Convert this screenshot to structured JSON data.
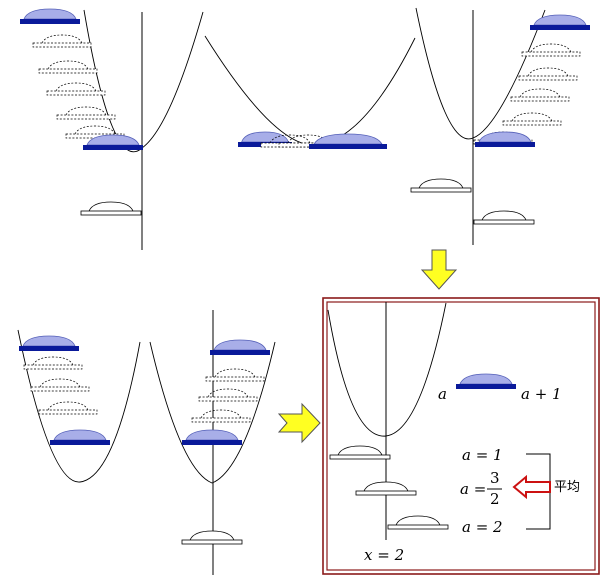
{
  "diagram": {
    "labels": {
      "a": "a",
      "a_plus_1": "a + 1",
      "a_eq_1": "a = 1",
      "a_eq_prefix": "a =",
      "frac_num": "3",
      "frac_den": "2",
      "a_eq_2": "a = 2",
      "x_eq_2": "x = 2",
      "average": "平均"
    },
    "colors": {
      "bar_blue": "#0a1a9a",
      "dome_fill": "#a8aee8",
      "arrow_yellow": "#ffff22",
      "arrow_red": "#cc1111",
      "frame_red": "#8b1a1a"
    },
    "icons": [
      "down-arrow-icon",
      "right-arrow-icon",
      "left-hollow-arrow-icon"
    ]
  }
}
